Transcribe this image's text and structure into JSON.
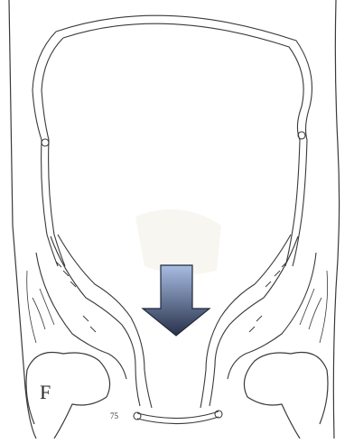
{
  "diagram": {
    "labels": {
      "femur_label": "F",
      "small_label": "75"
    },
    "arrow_direction": "down",
    "colors": {
      "ink": "#3a3a3a",
      "arrow_top": "#a8bde3",
      "arrow_bottom": "#27314a",
      "paper": "#ffffff",
      "tint": "#f2efe6"
    }
  }
}
